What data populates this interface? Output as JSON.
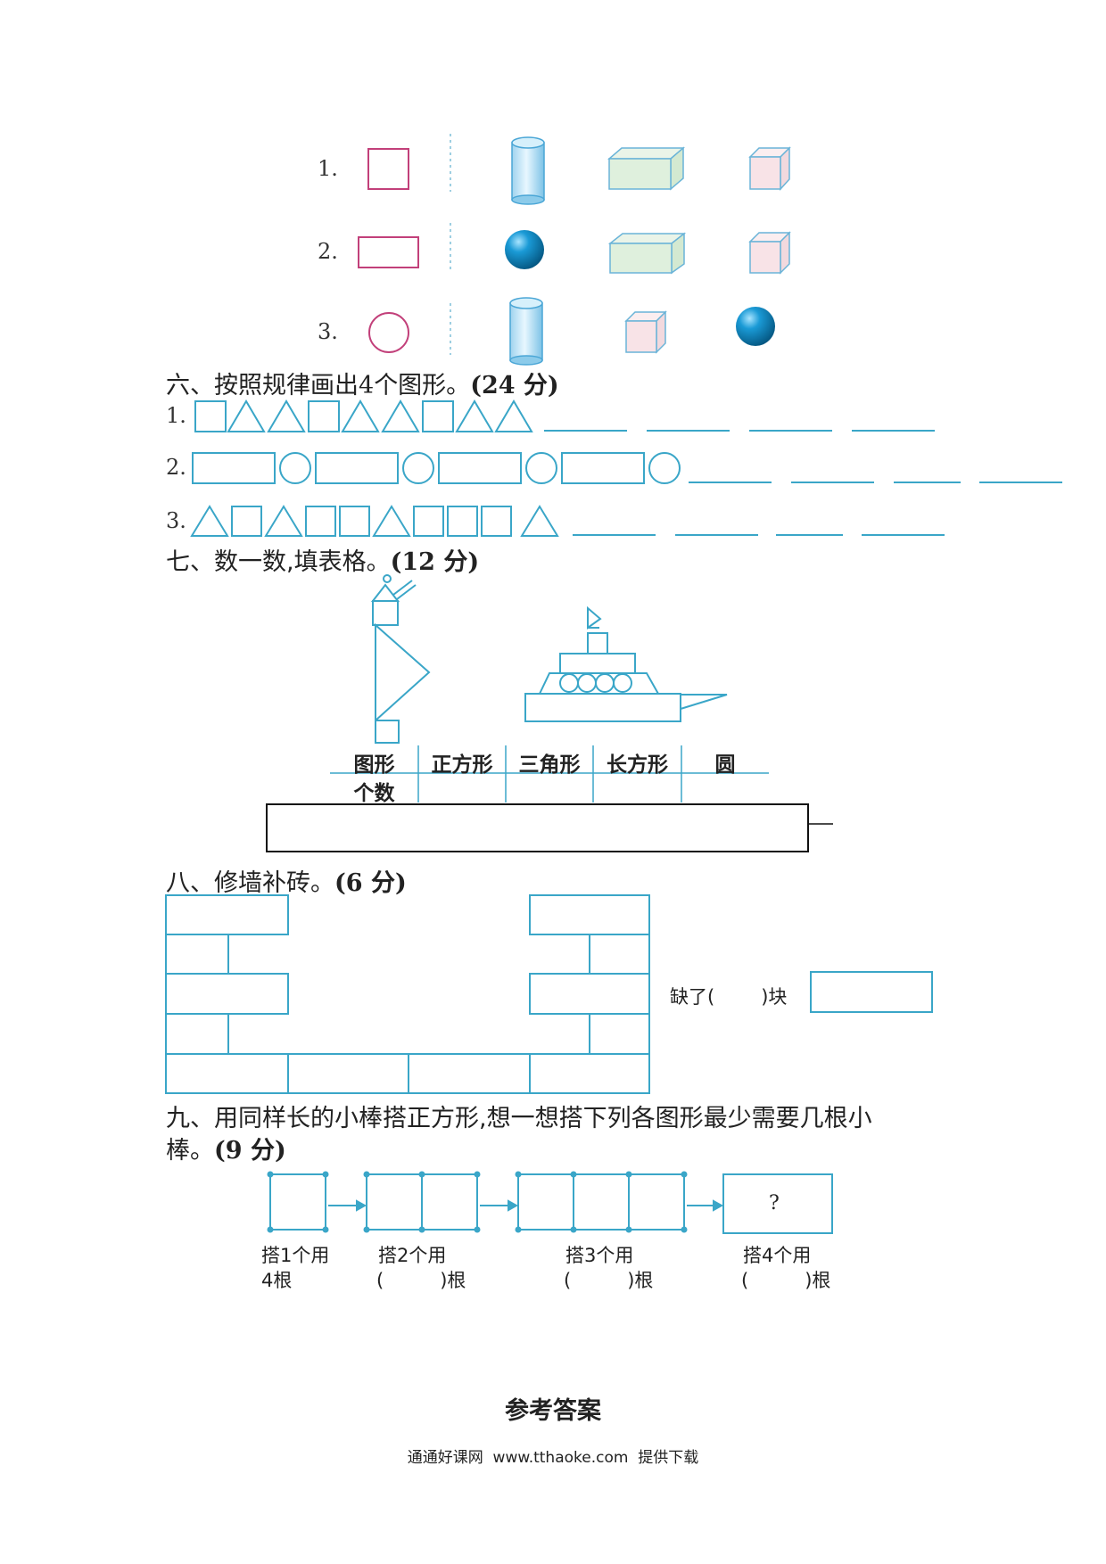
{
  "section5": {
    "rows": [
      {
        "label": "1.",
        "shapes": [
          "cylinder-icon",
          "cuboid-icon",
          "cube-icon"
        ]
      },
      {
        "label": "2.",
        "shapes": [
          "sphere-icon",
          "cuboid-icon",
          "cube-icon"
        ]
      },
      {
        "label": "3.",
        "shapes": [
          "cylinder-icon",
          "cube-icon",
          "sphere-icon"
        ]
      }
    ]
  },
  "section6": {
    "title": "六、按照规律画出",
    "title_mid": "4",
    "title_mid2": "个图形。",
    "score": "(24 分)",
    "rows": [
      {
        "label": "1."
      },
      {
        "label": "2."
      },
      {
        "label": "3."
      }
    ]
  },
  "section7": {
    "title": "七、数一数,填表格。",
    "score": "(12 分)",
    "table": {
      "headers": [
        "图形",
        "正方形",
        "三角形",
        "长方形",
        "圆"
      ],
      "row_label": "个数",
      "values": [
        "",
        "",
        "",
        ""
      ]
    }
  },
  "section8": {
    "title": "八、修墙补砖。",
    "score": "(6 分)",
    "missing_prefix": "缺了(",
    "missing_suffix": ")块"
  },
  "section9": {
    "title_line1": "九、用同样长的小棒搭正方形,想一想搭下列各图形最少需要几根小",
    "title_line2": "棒。",
    "score": "(9 分)",
    "steps": [
      {
        "line1": "搭1个用",
        "line2": "4根"
      },
      {
        "line1": "搭2个用",
        "line2": "(　　　)根"
      },
      {
        "line1": "搭3个用",
        "line2": "(　　　)根"
      },
      {
        "line1": "搭4个用",
        "line2": "(　　　)根"
      }
    ],
    "question_mark": "?"
  },
  "answer_title": "参考答案",
  "footer": "通通好课网  www.tthaoke.com  提供下载",
  "colors": {
    "accent": "#3aa6c8",
    "magenta": "#c2407a"
  }
}
